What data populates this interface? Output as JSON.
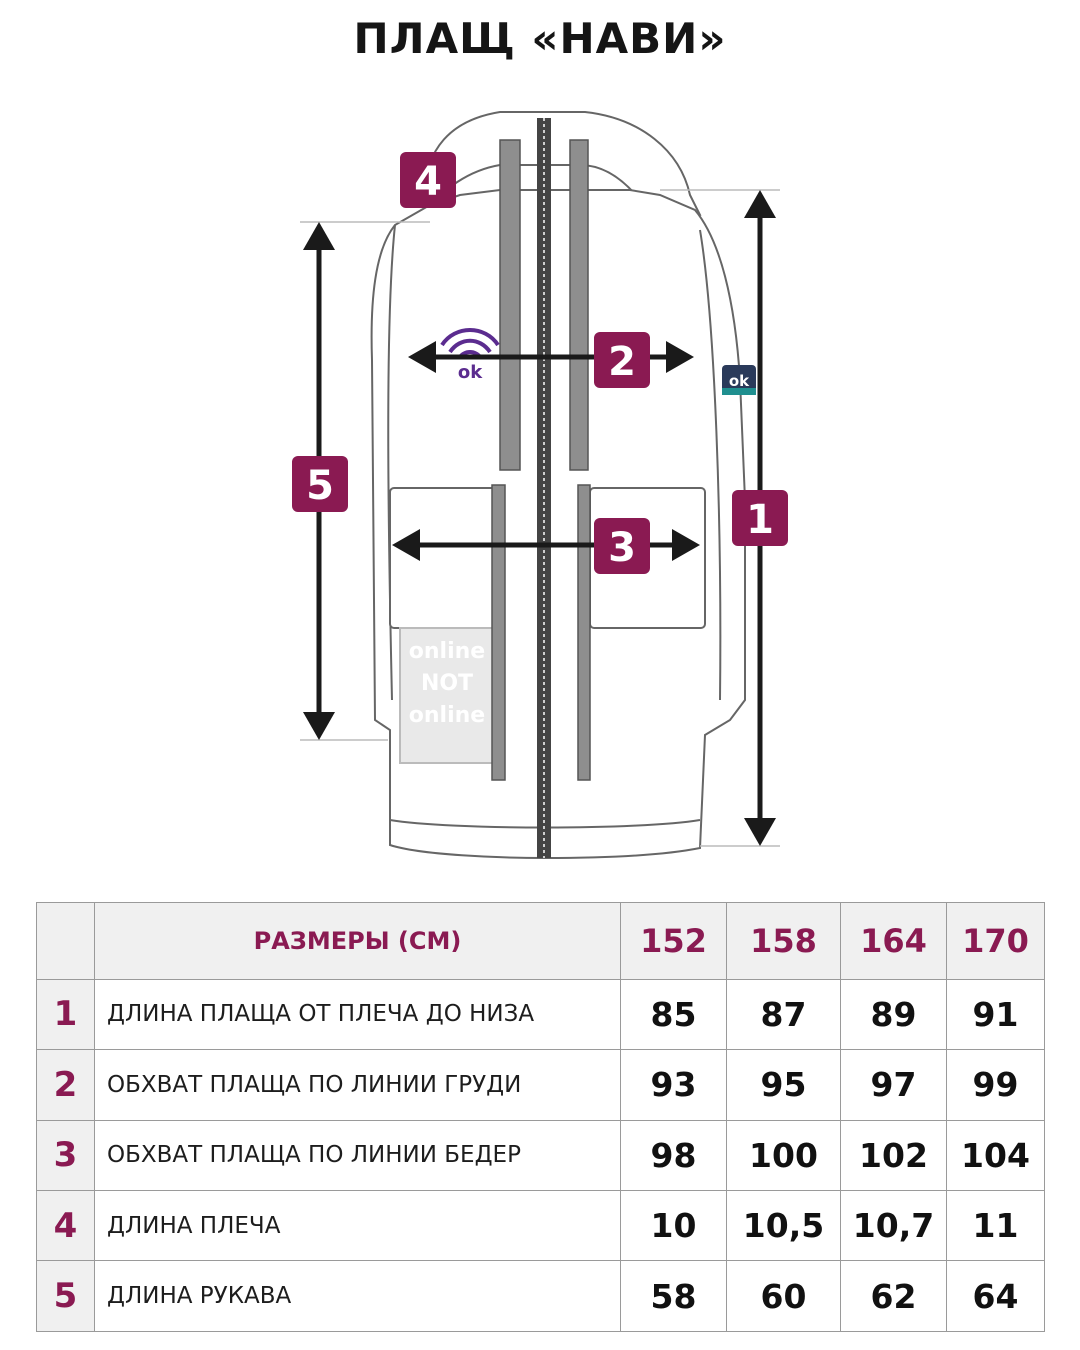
{
  "title": "ПЛАЩ «НАВИ»",
  "badges": [
    "1",
    "2",
    "3",
    "4",
    "5"
  ],
  "brand_logo": "ok-logo",
  "watermark": [
    "online",
    "NOT",
    "online"
  ],
  "colors": {
    "accent": "#8a1a52",
    "header_bg": "#f0f0f0",
    "grid": "#9a9a9a",
    "logo_purple": "#5b2c8f",
    "logo_teal": "#1f8f8f"
  },
  "table": {
    "header_label": "РАЗМЕРЫ (СМ)",
    "sizes": [
      "152",
      "158",
      "164",
      "170"
    ],
    "rows": [
      {
        "num": "1",
        "label": "ДЛИНА ПЛАЩА ОТ ПЛЕЧА ДО НИЗА",
        "values": [
          "85",
          "87",
          "89",
          "91"
        ]
      },
      {
        "num": "2",
        "label": "ОБХВАТ ПЛАЩА ПО ЛИНИИ ГРУДИ",
        "values": [
          "93",
          "95",
          "97",
          "99"
        ]
      },
      {
        "num": "3",
        "label": "ОБХВАТ ПЛАЩА ПО ЛИНИИ БЕДЕР",
        "values": [
          "98",
          "100",
          "102",
          "104"
        ]
      },
      {
        "num": "4",
        "label": "ДЛИНА ПЛЕЧА",
        "values": [
          "10",
          "10,5",
          "10,7",
          "11"
        ]
      },
      {
        "num": "5",
        "label": "ДЛИНА РУКАВА",
        "values": [
          "58",
          "60",
          "62",
          "64"
        ]
      }
    ]
  }
}
